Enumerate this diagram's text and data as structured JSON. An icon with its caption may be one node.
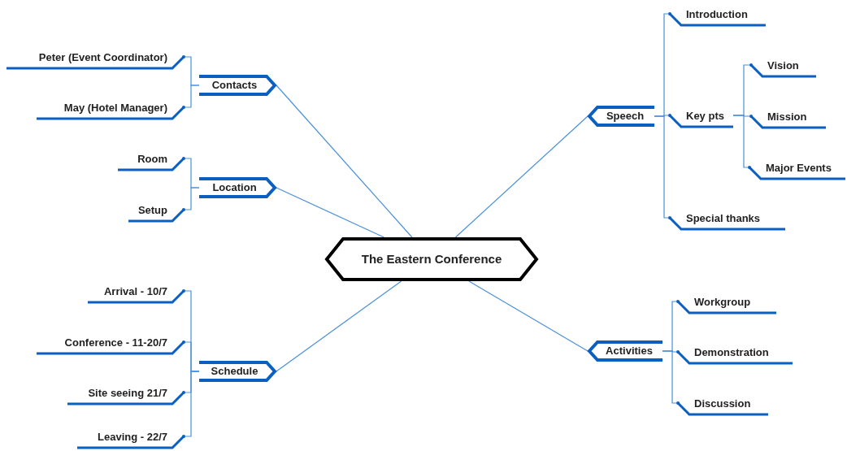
{
  "diagram": {
    "nodes": [
      {
        "text": [
          "The Eastern Conference"
        ]
      },
      {
        "text": [
          "Contacts"
        ]
      },
      {
        "text": [
          "Peter (Event Coordinator)"
        ]
      },
      {
        "text": [
          "May (Hotel Manager)"
        ]
      },
      {
        "text": [
          "Location"
        ]
      },
      {
        "text": [
          "Room"
        ]
      },
      {
        "text": [
          "Setup"
        ]
      },
      {
        "text": [
          "Schedule"
        ]
      },
      {
        "text": [
          "Arrival - 10/7"
        ]
      },
      {
        "text": [
          "Conference - 11-20/7"
        ]
      },
      {
        "text": [
          "Site seeing 21/7"
        ]
      },
      {
        "text": [
          "Leaving - 22/7"
        ]
      },
      {
        "text": [
          "Speech"
        ]
      },
      {
        "text": [
          "Introduction"
        ]
      },
      {
        "text": [
          "Key pts"
        ]
      },
      {
        "text": [
          "Vision"
        ]
      },
      {
        "text": [
          "Mission"
        ]
      },
      {
        "text": [
          "Major Events"
        ]
      },
      {
        "text": [
          "Special thanks"
        ]
      },
      {
        "text": [
          "Activities"
        ]
      },
      {
        "text": [
          "Workgroup"
        ]
      },
      {
        "text": [
          "Demonstration"
        ]
      },
      {
        "text": [
          "Discussion"
        ]
      }
    ],
    "edges": [
      {
        "from": 0,
        "to": 1,
        "arrow": "none"
      },
      {
        "from": 1,
        "to": 2,
        "arrow": "none"
      },
      {
        "from": 1,
        "to": 3,
        "arrow": "none"
      },
      {
        "from": 0,
        "to": 4,
        "arrow": "none"
      },
      {
        "from": 4,
        "to": 5,
        "arrow": "none"
      },
      {
        "from": 4,
        "to": 6,
        "arrow": "none"
      },
      {
        "from": 0,
        "to": 7,
        "arrow": "none"
      },
      {
        "from": 7,
        "to": 8,
        "arrow": "none"
      },
      {
        "from": 7,
        "to": 9,
        "arrow": "none"
      },
      {
        "from": 7,
        "to": 10,
        "arrow": "none"
      },
      {
        "from": 7,
        "to": 11,
        "arrow": "none"
      },
      {
        "from": 0,
        "to": 12,
        "arrow": "none"
      },
      {
        "from": 12,
        "to": 13,
        "arrow": "none"
      },
      {
        "from": 12,
        "to": 14,
        "arrow": "none"
      },
      {
        "from": 14,
        "to": 15,
        "arrow": "none"
      },
      {
        "from": 14,
        "to": 16,
        "arrow": "none"
      },
      {
        "from": 14,
        "to": 17,
        "arrow": "none"
      },
      {
        "from": 12,
        "to": 18,
        "arrow": "none"
      },
      {
        "from": 0,
        "to": 19,
        "arrow": "none"
      },
      {
        "from": 19,
        "to": 20,
        "arrow": "none"
      },
      {
        "from": 19,
        "to": 21,
        "arrow": "none"
      },
      {
        "from": 19,
        "to": 22,
        "arrow": "none"
      }
    ]
  }
}
